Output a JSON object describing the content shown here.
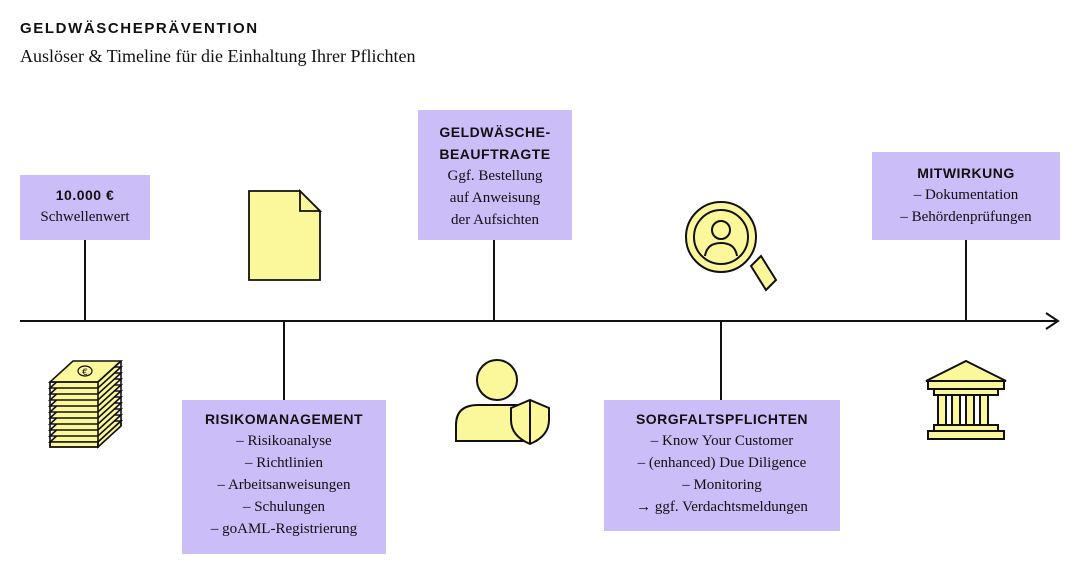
{
  "header": {
    "title": "GELDWÄSCHEPRÄVENTION",
    "subtitle": "Auslöser & Timeline für die Einhaltung Ihrer Pflichten"
  },
  "colors": {
    "box_fill": "#cbbdf8",
    "icon_fill": "#fbf79b",
    "line": "#111111"
  },
  "milestones": {
    "schwellenwert": {
      "heading": "10.000 €",
      "lines": [
        "Schwellenwert"
      ],
      "icon": "money-stack-icon"
    },
    "risikomanagement": {
      "heading": "RISIKOMANAGEMENT",
      "lines": [
        "– Risikoanalyse",
        "– Richtlinien",
        "– Arbeitsanweisungen",
        "– Schulungen",
        "– goAML-Registrierung"
      ],
      "icon": "document-icon"
    },
    "beauftragte": {
      "heading_line1": "GELDWÄSCHE-",
      "heading_line2": "BEAUFTRAGTE",
      "lines": [
        "Ggf. Bestellung",
        "auf Anweisung",
        "der Aufsichten"
      ],
      "icon": "user-shield-icon"
    },
    "sorgfaltspflichten": {
      "heading": "SORGFALTSPFLICHTEN",
      "lines": [
        "– Know Your Customer",
        "– (enhanced) Due Diligence",
        "– Monitoring",
        "→ ggf. Verdachtsmeldungen"
      ],
      "icon": "magnifier-user-icon"
    },
    "mitwirkung": {
      "heading": "MITWIRKUNG",
      "lines": [
        "– Dokumentation",
        "– Behördenprüfungen"
      ],
      "icon": "bank-building-icon"
    }
  },
  "money_icon_symbol": "€"
}
